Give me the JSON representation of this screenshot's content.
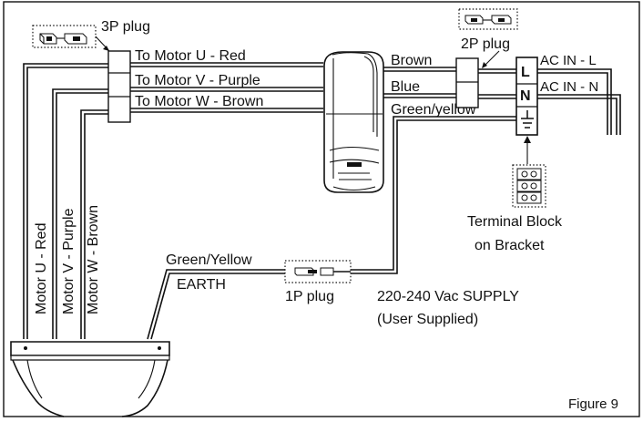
{
  "plugs": {
    "three_pin": "3P plug",
    "two_pin": "2P plug",
    "one_pin": "1P plug"
  },
  "wires": {
    "to_motor_u": "To Motor U - Red",
    "to_motor_v": "To Motor V - Purple",
    "to_motor_w": "To Motor W - Brown",
    "brown": "Brown",
    "blue": "Blue",
    "green_yellow_top": "Green/yellow",
    "motor_u": "Motor U - Red",
    "motor_v": "Motor V - Purple",
    "motor_w": "Motor W - Brown",
    "green_yellow_earth": "Green/Yellow",
    "earth": "EARTH"
  },
  "terminal": {
    "l": "L",
    "n": "N",
    "ac_in_l": "AC IN - L",
    "ac_in_n": "AC IN - N",
    "block_line1": "Terminal Block",
    "block_line2": "on Bracket"
  },
  "supply": {
    "line1": "220-240 Vac SUPPLY",
    "line2": "(User Supplied)"
  },
  "figure_label": "Figure 9"
}
